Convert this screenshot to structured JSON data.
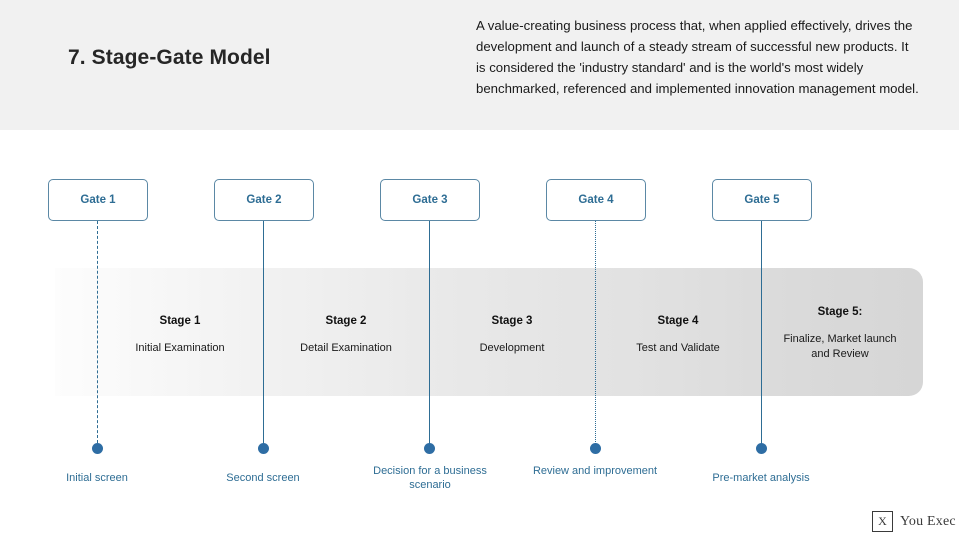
{
  "header": {
    "title": "7. Stage-Gate Model",
    "description": "A value-creating business process that, when applied effectively, drives the development and launch of a steady stream of successful new products. It is considered the 'industry standard' and is the world's most widely benchmarked, referenced and implemented innovation management model."
  },
  "colors": {
    "accent_blue": "#2e6d94",
    "dot_blue": "#2e6da4",
    "header_band": "#f1f1f1",
    "band_start": "#fdfdfd",
    "band_end": "#d6d6d6"
  },
  "gates": [
    {
      "label": "Gate 1",
      "line_style": "dashed"
    },
    {
      "label": "Gate 2",
      "line_style": "solid"
    },
    {
      "label": "Gate 3",
      "line_style": "solid"
    },
    {
      "label": "Gate 4",
      "line_style": "dotted"
    },
    {
      "label": "Gate 5",
      "line_style": "solid"
    }
  ],
  "stages": [
    {
      "title": "Stage 1",
      "subtitle": "Initial Examination"
    },
    {
      "title": "Stage 2",
      "subtitle": "Detail Examination"
    },
    {
      "title": "Stage 3",
      "subtitle": "Development"
    },
    {
      "title": "Stage 4",
      "subtitle": "Test and Validate"
    },
    {
      "title": "Stage 5:",
      "subtitle": "Finalize, Market launch and Review"
    }
  ],
  "outcomes": [
    {
      "label": "Initial screen"
    },
    {
      "label": "Second screen"
    },
    {
      "label": "Decision for a business scenario"
    },
    {
      "label": "Review and improvement"
    },
    {
      "label": "Pre-market analysis"
    }
  ],
  "logo": {
    "mark": "X",
    "text": "You Exec"
  }
}
